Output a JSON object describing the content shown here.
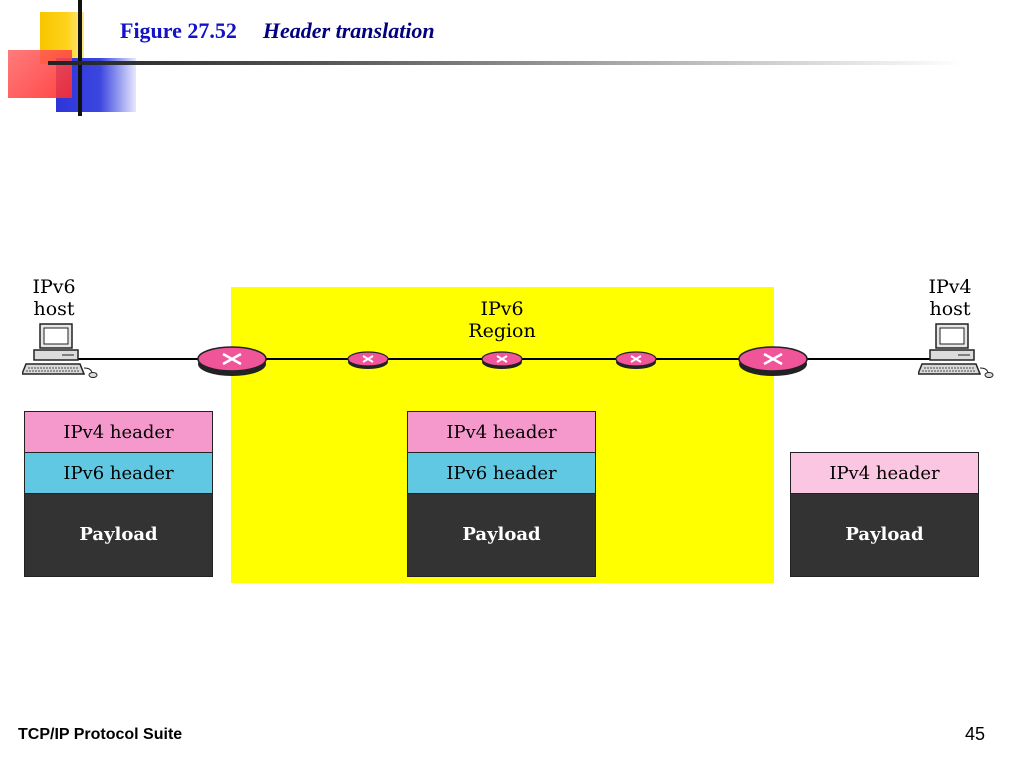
{
  "header": {
    "figure_number": "Figure 27.52",
    "caption": "Header translation"
  },
  "diagram": {
    "left_host": {
      "line1": "IPv6",
      "line2": "host"
    },
    "right_host": {
      "line1": "IPv4",
      "line2": "host"
    },
    "region": {
      "line1": "IPv6",
      "line2": "Region",
      "color": "#ffff00"
    },
    "left_stack": {
      "row1": "IPv4 header",
      "row2": "IPv6 header",
      "row3": "Payload"
    },
    "middle_stack": {
      "row1": "IPv4 header",
      "row2": "IPv6 header",
      "row3": "Payload"
    },
    "right_stack": {
      "row1": "IPv4 header",
      "row2": "Payload"
    },
    "colors": {
      "ipv4_header": "#f599cc",
      "ipv4_header_translated": "#fbc6e2",
      "ipv6_header": "#60c8e2",
      "payload": "#333333",
      "router": "#f0559a"
    },
    "icons": [
      "computer-icon",
      "router-icon"
    ]
  },
  "footer": {
    "suite": "TCP/IP Protocol Suite",
    "page_number": "45"
  }
}
